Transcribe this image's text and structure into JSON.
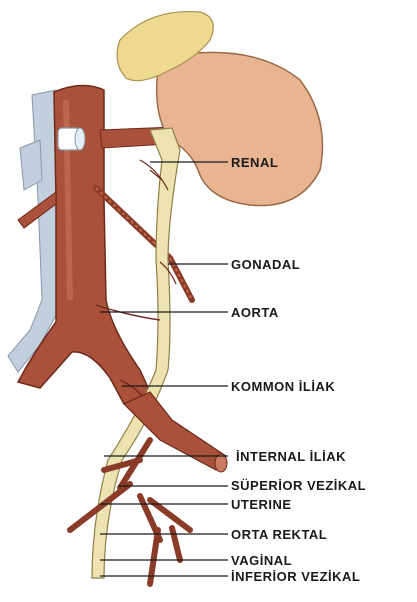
{
  "labels": {
    "renal": "RENAL",
    "gonadal": "GONADAL",
    "aorta": "AORTA",
    "kommon_iliak": "KOMMON İLİAK",
    "internal_iliak": "İNTERNAL İLİAK",
    "superior_vezikal": "SÜPERİOR VEZİKAL",
    "uterine": "UTERINE",
    "orta_rektal": "ORTA REKTAL",
    "vaginal": "VAGİNAL",
    "inferior_vezikal": "İNFERİOR VEZİKAL"
  },
  "colors": {
    "artery": "#a9513a",
    "artery_dark": "#7a3020",
    "vein": "#c2cfdc",
    "ureter": "#ede3b0",
    "kidney": "#e8b592",
    "adrenal": "#eed990"
  }
}
